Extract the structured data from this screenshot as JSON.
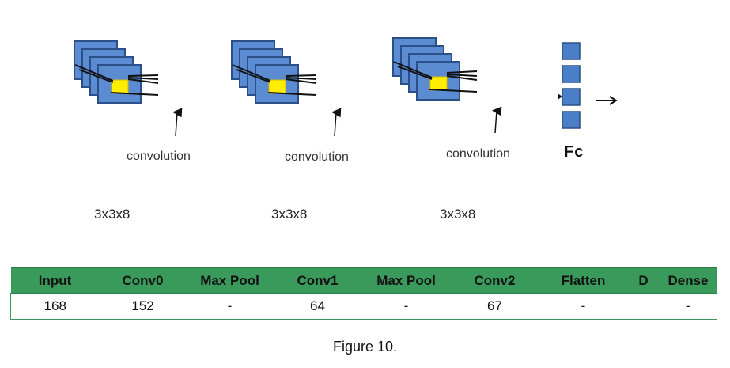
{
  "diagram": {
    "stages": [
      {
        "label": "convolution",
        "dims": "3x3x8"
      },
      {
        "label": "convolution",
        "dims": "3x3x8"
      },
      {
        "label": "convolution",
        "dims": "3x3x8"
      }
    ],
    "fc_label": "Fc",
    "colors": {
      "feature_map": "#5b8bd0",
      "feature_map_border": "#2b4f86",
      "kernel": "#ffee00",
      "fc_node": "#4a7fc8"
    }
  },
  "table": {
    "headers": [
      "Input",
      "Conv0",
      "Max Pool",
      "Conv1",
      "Max Pool",
      "Conv2",
      "Flatten",
      "D",
      "Dense"
    ],
    "row": [
      "168",
      "152",
      "-",
      "64",
      "-",
      "67",
      "-",
      "",
      "-"
    ],
    "colors": {
      "header_bg": "#3a9a5c"
    }
  },
  "caption": "Figure 10."
}
